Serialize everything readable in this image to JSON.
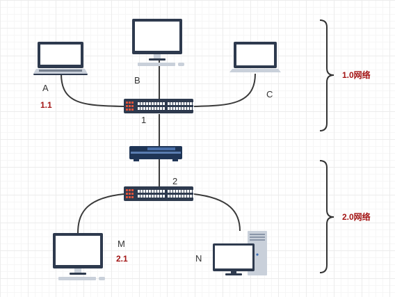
{
  "colors": {
    "cable": "#3a3a3a",
    "device_dark": "#2e3a4e",
    "device_light": "#c9d0da",
    "switch_port": "#ffffff",
    "switch_led": "#e0533a",
    "router": "#1f3556",
    "screen": "#ffffff",
    "brace": "#333333",
    "ip_text": "#a31515"
  },
  "nodes": {
    "a": {
      "label": "A",
      "ip": "1.1",
      "icon": "laptop-icon"
    },
    "b": {
      "label": "B",
      "icon": "desktop-monitor-icon"
    },
    "c": {
      "label": "C",
      "icon": "laptop-icon"
    },
    "switch1": {
      "label": "1",
      "icon": "network-switch-icon"
    },
    "router": {
      "icon": "router-icon"
    },
    "switch2": {
      "label": "2",
      "icon": "network-switch-icon"
    },
    "m": {
      "label": "M",
      "ip": "2.1",
      "icon": "desktop-monitor-icon"
    },
    "n": {
      "label": "N",
      "icon": "desktop-tower-icon"
    }
  },
  "groups": [
    {
      "label": "1.0网络"
    },
    {
      "label": "2.0网络"
    }
  ]
}
